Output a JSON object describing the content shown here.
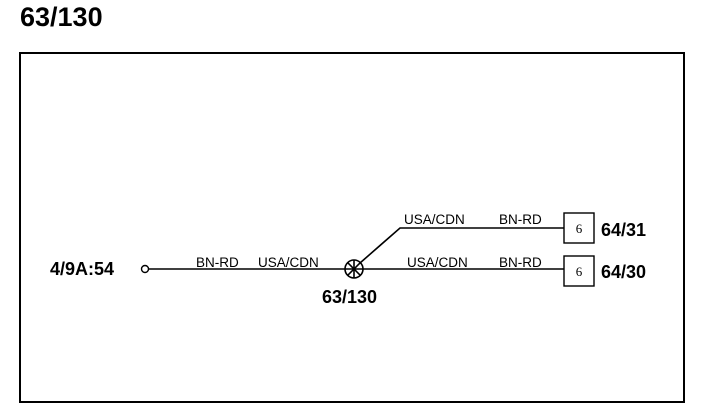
{
  "page": {
    "title": "63/130"
  },
  "diagram": {
    "left_connector": {
      "label": "4/9A:54"
    },
    "splice": {
      "label": "63/130"
    },
    "wires": [
      {
        "color_code": "BN-RD",
        "market": "USA/CDN"
      },
      {
        "color_code": "BN-RD",
        "market": "USA/CDN"
      },
      {
        "color_code": "BN-RD",
        "market": "USA/CDN"
      }
    ],
    "connectors": [
      {
        "pin": "6",
        "label": "64/31"
      },
      {
        "pin": "6",
        "label": "64/30"
      }
    ]
  }
}
